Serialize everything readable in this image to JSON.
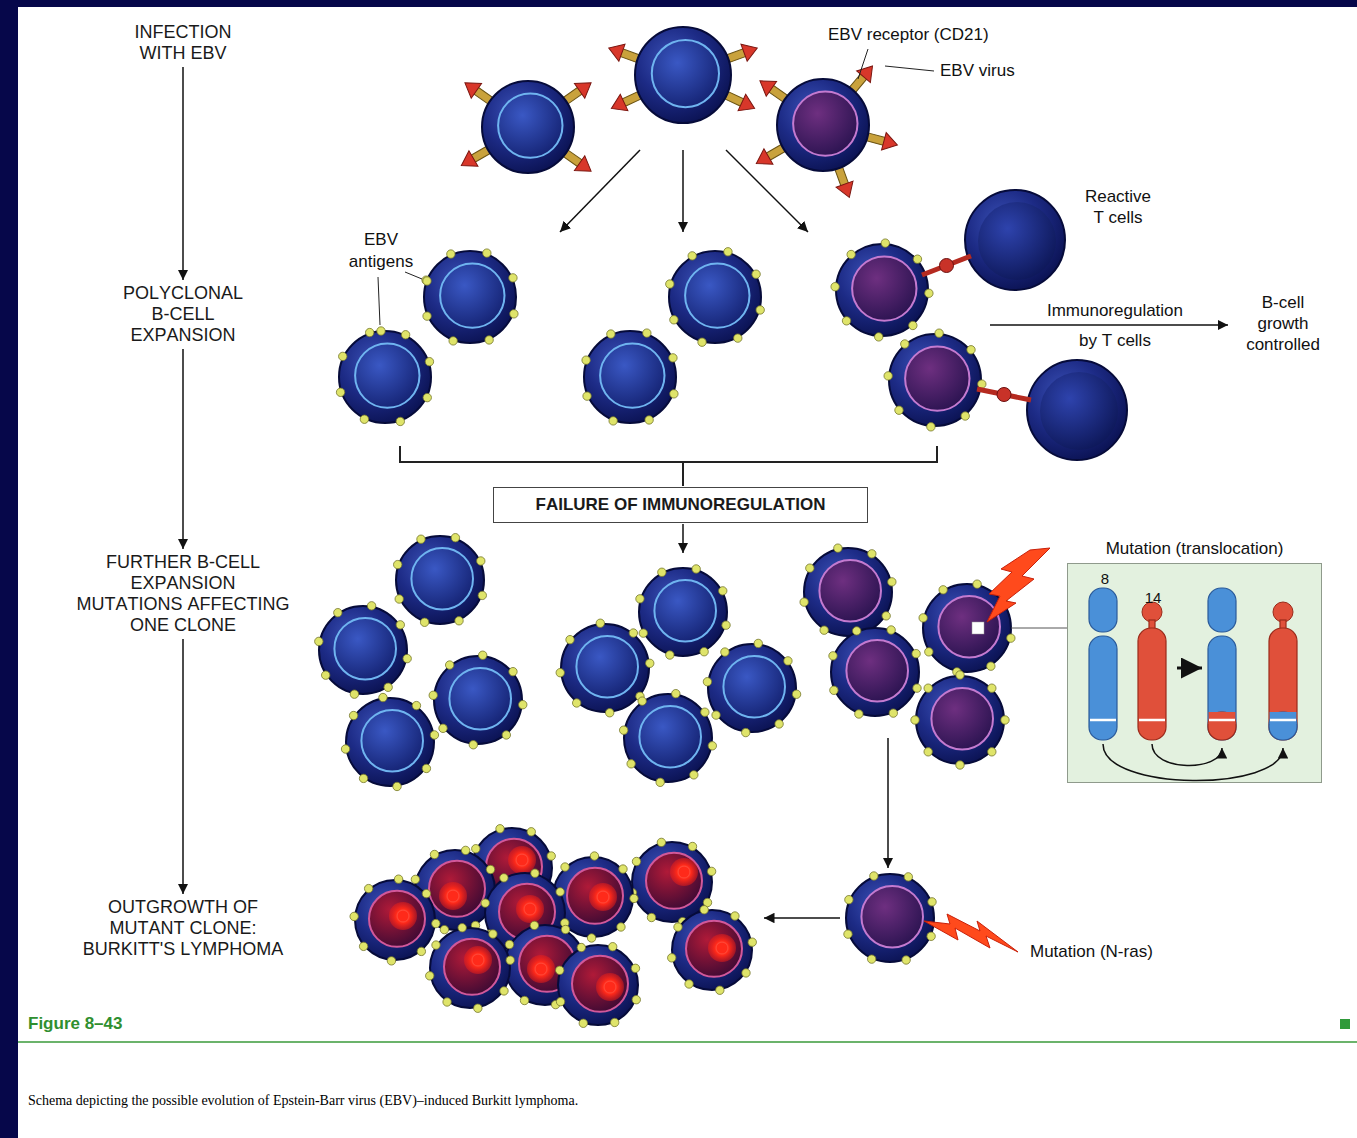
{
  "diagram": {
    "title": "Figure 8–43",
    "caption": "Schema depicting the possible evolution of Epstein-Barr virus (EBV)–induced Burkitt lymphoma.",
    "nodes": [
      {
        "text": [
          "INFECTION WITH EBV"
        ]
      },
      {
        "text": [
          "POLYCLONAL B-CELL EXPANSION"
        ]
      },
      {
        "text": [
          "FAILURE OF IMMUNOREGULATION"
        ]
      },
      {
        "text": [
          "FURTHER B-CELL EXPANSION MUTATIONS AFFECTING ONE CLONE"
        ]
      },
      {
        "text": [
          "Mutation (translocation)"
        ]
      },
      {
        "text": [
          "OUTGROWTH OF MUTANT CLONE: BURKITT'S LYMPHOMA"
        ]
      }
    ],
    "edges": [
      {
        "from": 0,
        "to": 1,
        "arrow": "to"
      },
      {
        "from": 1,
        "to": 3,
        "arrow": "to"
      },
      {
        "from": 3,
        "to": 5,
        "arrow": "to"
      }
    ],
    "labels": [
      "EBV receptor (CD21)",
      "EBV virus",
      "Reactive T cells",
      "EBV antigens",
      "Immunoregulation",
      "by T cells",
      "B-cell growth controlled",
      "8",
      "14",
      "Mutation (N-ras)"
    ]
  }
}
